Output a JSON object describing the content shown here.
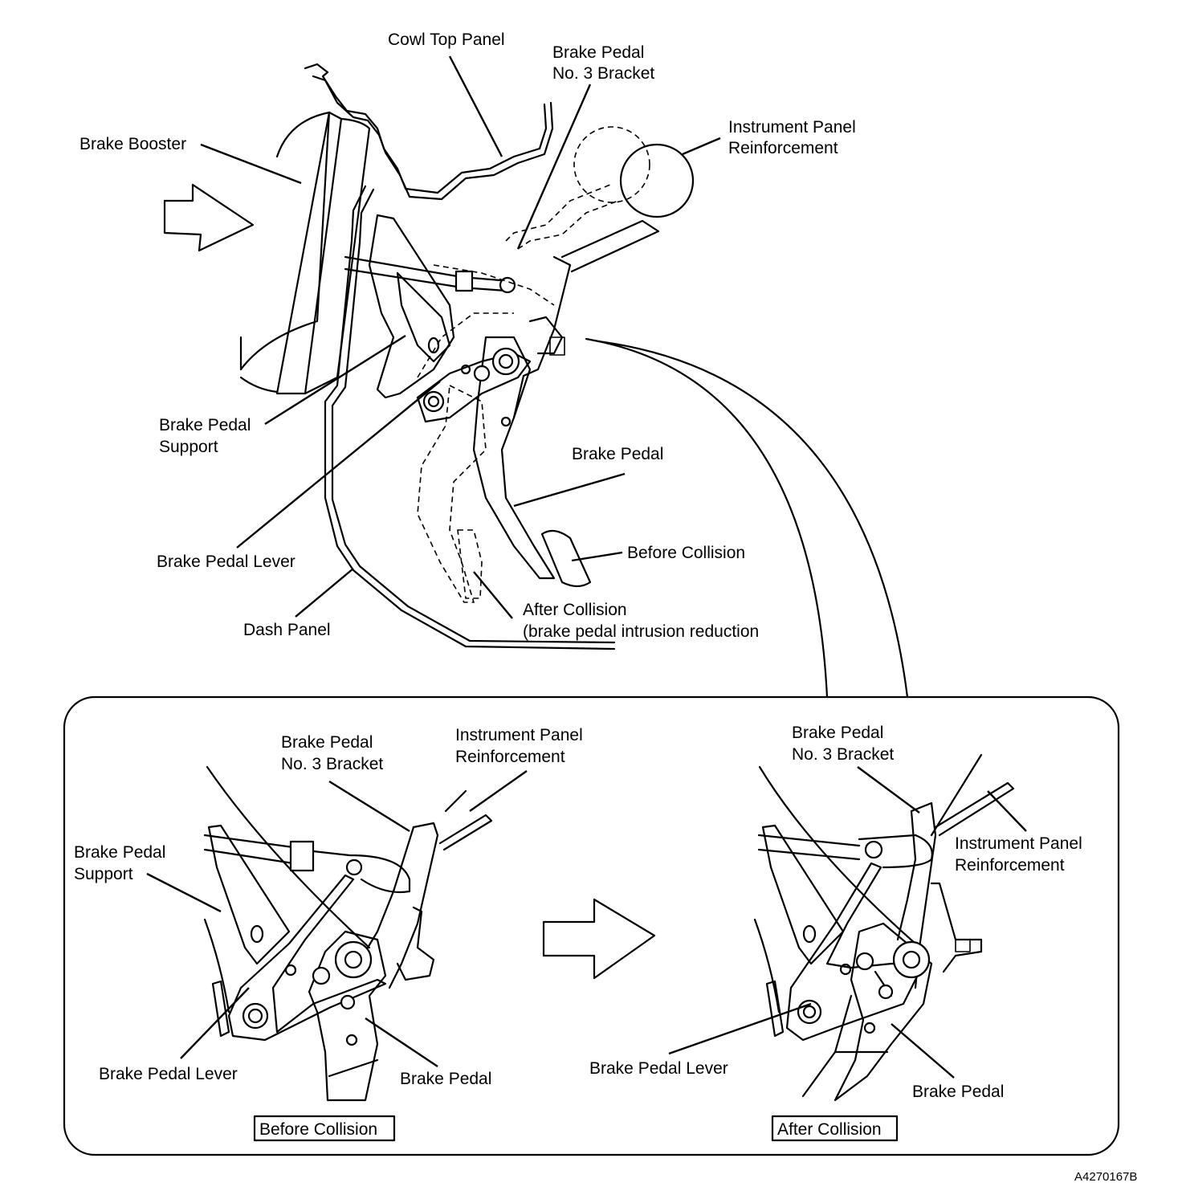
{
  "figure_id": "A4270167B",
  "top_view": {
    "labels": {
      "cowl_top_panel": "Cowl Top Panel",
      "bracket_line1": "Brake Pedal",
      "bracket_line2": "No. 3 Bracket",
      "ip_reinf_line1": "Instrument Panel",
      "ip_reinf_line2": "Reinforcement",
      "brake_booster": "Brake Booster",
      "support_line1": "Brake Pedal",
      "support_line2": "Support",
      "brake_pedal": "Brake Pedal",
      "brake_pedal_lever": "Brake Pedal Lever",
      "before_collision": "Before Collision",
      "after_collision_line1": "After Collision",
      "after_collision_line2": "(brake pedal intrusion reduction",
      "dash_panel": "Dash Panel"
    }
  },
  "detail_before": {
    "labels": {
      "bracket_line1": "Brake Pedal",
      "bracket_line2": "No. 3 Bracket",
      "ip_reinf_line1": "Instrument Panel",
      "ip_reinf_line2": "Reinforcement",
      "support_line1": "Brake Pedal",
      "support_line2": "Support",
      "brake_pedal_lever": "Brake Pedal Lever",
      "brake_pedal": "Brake Pedal",
      "caption": "Before Collision"
    }
  },
  "detail_after": {
    "labels": {
      "bracket_line1": "Brake Pedal",
      "bracket_line2": "No. 3 Bracket",
      "ip_reinf_line1": "Instrument Panel",
      "ip_reinf_line2": "Reinforcement",
      "brake_pedal_lever": "Brake Pedal Lever",
      "brake_pedal": "Brake Pedal",
      "caption": "After Collision"
    }
  }
}
